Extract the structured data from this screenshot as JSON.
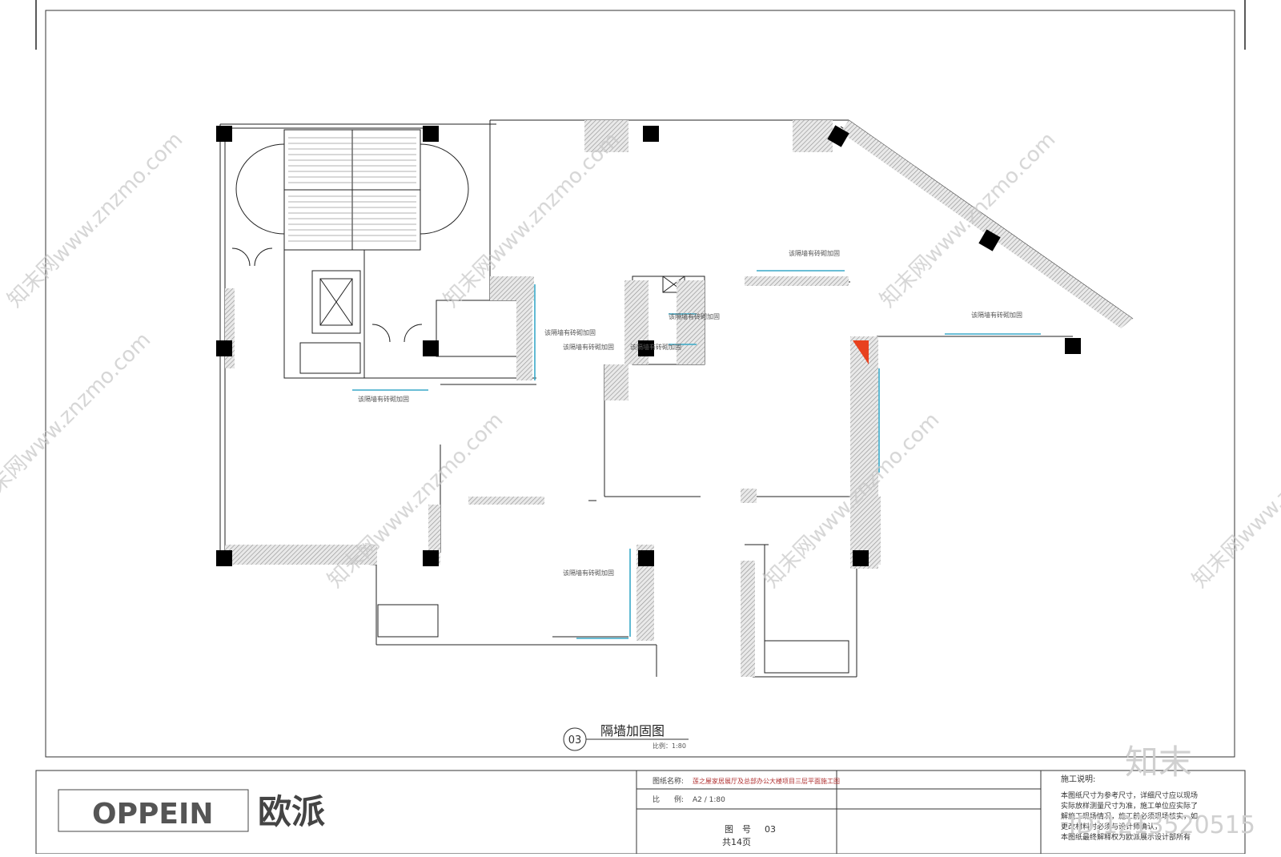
{
  "drawing": {
    "number_badge": "03",
    "title": "隔墙加固图",
    "scale_label": "比例：1:80"
  },
  "annotations": {
    "a1": "该隔墙有砖砌加固",
    "a2": "该隔墙有砖砌加固",
    "a3": "该隔墙有砖砌加固",
    "a4": "该隔墙有砖砌加固",
    "a5": "该隔墙有砖砌加固",
    "a6": "该隔墙有砖砌加固",
    "a7": "该隔墙有砖砌加固",
    "a8": "该隔墙有砖砌加固"
  },
  "title_block": {
    "brand_en": "OPPEIN",
    "brand_cn": "欧派",
    "drawing_name_label": "图纸名称:",
    "drawing_name_value": "莲之屋家居展厅及总部办公大楼项目三层平面施工图",
    "scale_row_label": "比　　例:",
    "scale_row_value": "A2 / 1:80",
    "sheet_no_label": "图　号",
    "sheet_no_value": "03",
    "total_pages": "共14页",
    "notes_title": "施工说明:",
    "notes": [
      "本图纸尺寸为参考尺寸，详细尺寸应以现场",
      "实际放样测量尺寸为准，施工单位应实际了",
      "解施工现场情况，施工前必须现场核实，如",
      "更改材料时必须与设计师确认，",
      "本图纸最终解释权为欧派展示设计部所有"
    ]
  },
  "watermark": {
    "text": "知末网www.znzmo.com",
    "logo": "知末",
    "id_text": "ID:1213520515"
  },
  "colors": {
    "line": "#222222",
    "hatch": "#9a9a9a",
    "annotation": "#38a9c8",
    "red_block": "#e8411e",
    "watermark": "#c8c8c8"
  }
}
